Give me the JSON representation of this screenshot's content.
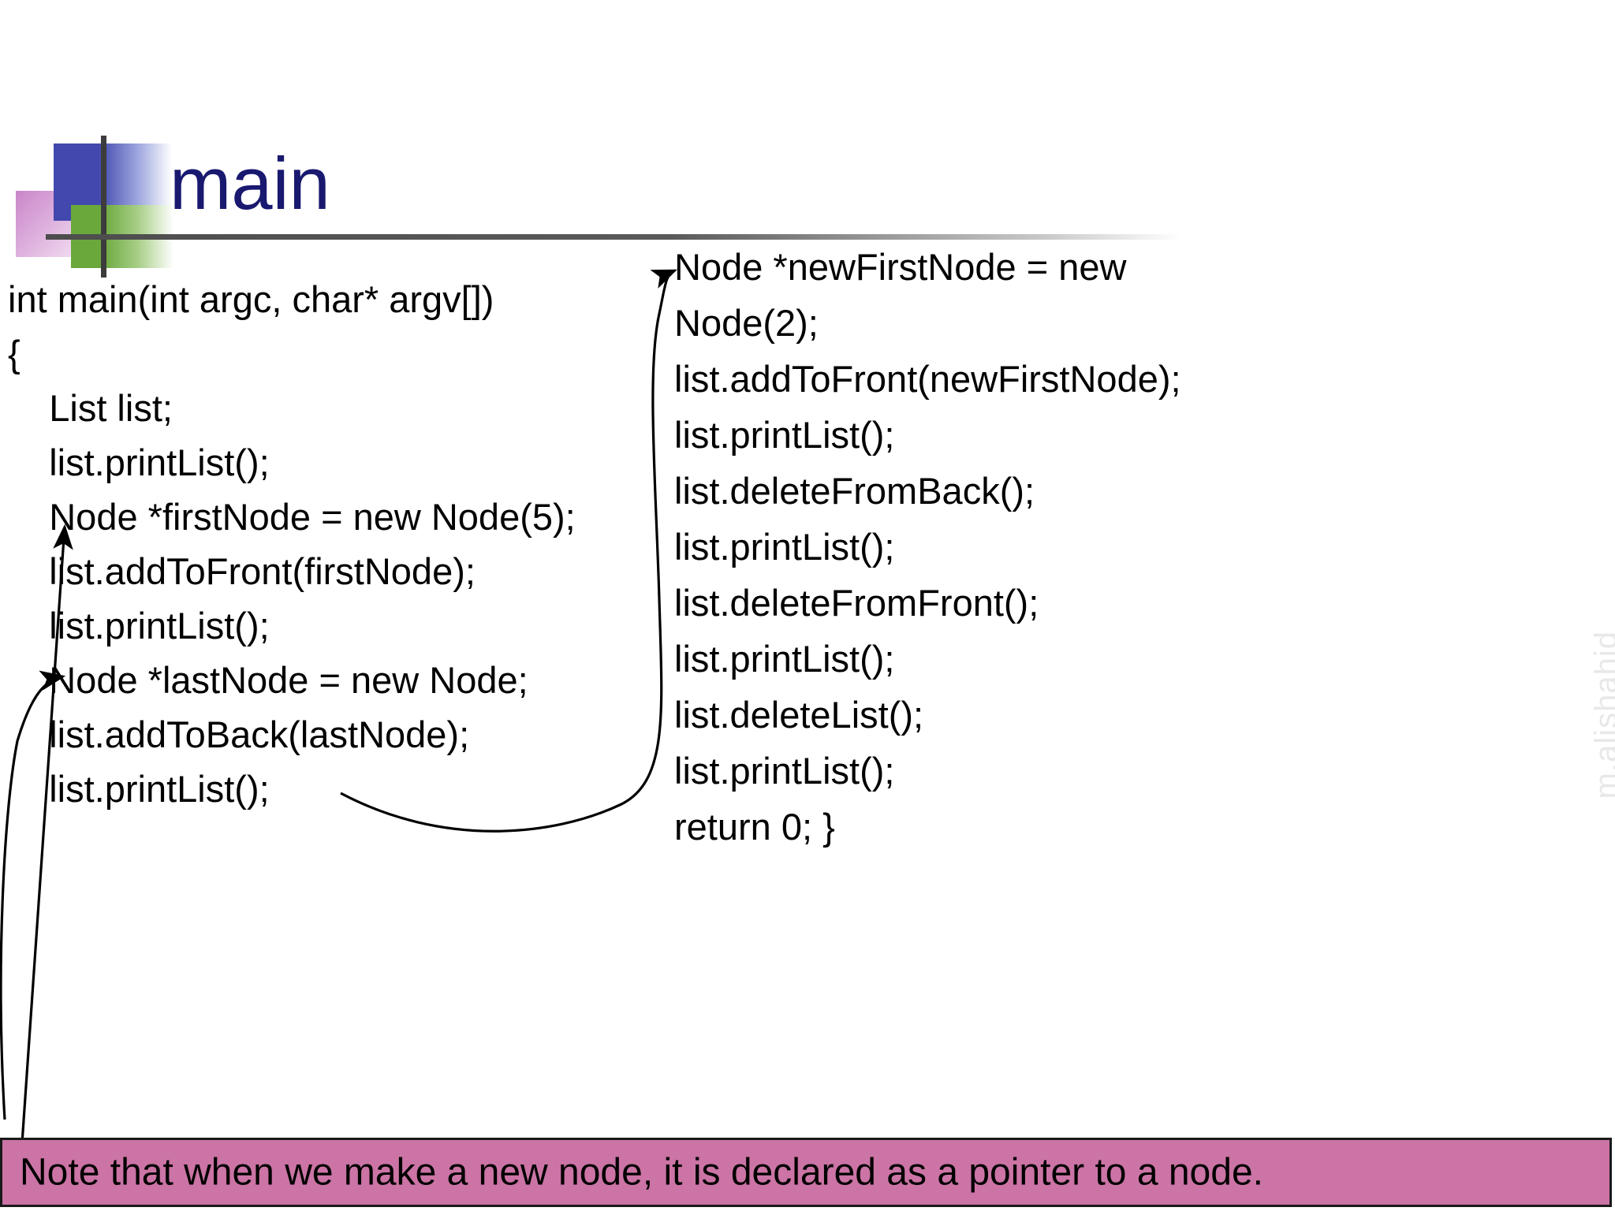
{
  "slide": {
    "title": "main",
    "title_color": "#191970",
    "background": "#ffffff"
  },
  "decor": {
    "blue_block_color": "#4248ad",
    "green_block_color": "#6aa83c",
    "pink_block_color": "#c986c9",
    "vertical_rule_color": "#3c3c3c",
    "horizontal_rule_color": "#4d4d4d"
  },
  "code_left": {
    "lines": [
      "int main(int argc, char* argv[])",
      "{",
      "    List list;",
      "    list.printList();",
      "    Node *firstNode = new Node(5);",
      "    list.addToFront(firstNode);",
      "    list.printList();",
      "    Node *lastNode = new Node;",
      "    list.addToBack(lastNode);",
      "    list.printList();"
    ]
  },
  "code_right": {
    "lines": [
      "Node *newFirstNode = new",
      "Node(2);",
      "list.addToFront(newFirstNode);",
      "list.printList();",
      "list.deleteFromBack();",
      "list.printList();",
      "list.deleteFromFront();",
      "list.printList();",
      "list.deleteList();",
      "list.printList();",
      "return 0; }"
    ]
  },
  "annotations": {
    "arrow_to_first_node": "arrow pointing at Node *firstNode",
    "arrow_to_last_node": "arrow pointing at Node *lastNode",
    "arrow_to_new_first_node": "arrow pointing at Node *newFirstNode",
    "connector_left_to_right": "curved connector from list.printList() to right column"
  },
  "note": {
    "text": "Note that when we make a new node, it is declared as a pointer to a node.",
    "background": "#cb74a5",
    "border_color": "#1a1a1a",
    "text_color": "#000000"
  },
  "watermark": {
    "text": "m.alishahid",
    "color": "#e8e8e8"
  }
}
